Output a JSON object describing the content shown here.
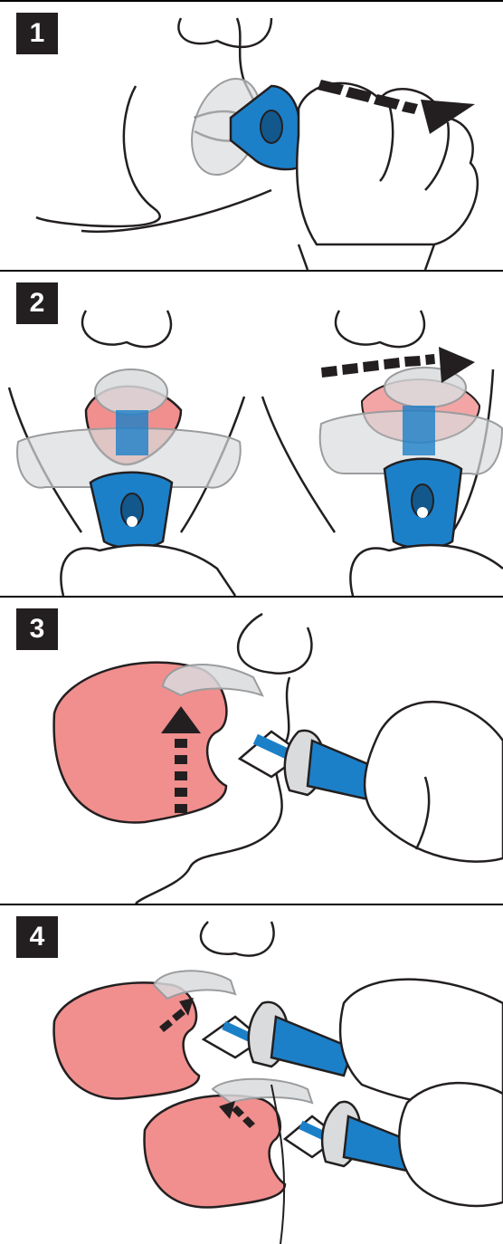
{
  "steps": [
    {
      "number": "1"
    },
    {
      "number": "2"
    },
    {
      "number": "3"
    },
    {
      "number": "4"
    }
  ],
  "colors": {
    "device_blue": "#1c80c9",
    "tongue_pink": "#f08f8e",
    "mouthguard_gray": "#d9dbdd",
    "outline": "#231f20",
    "badge": "#231f20"
  }
}
